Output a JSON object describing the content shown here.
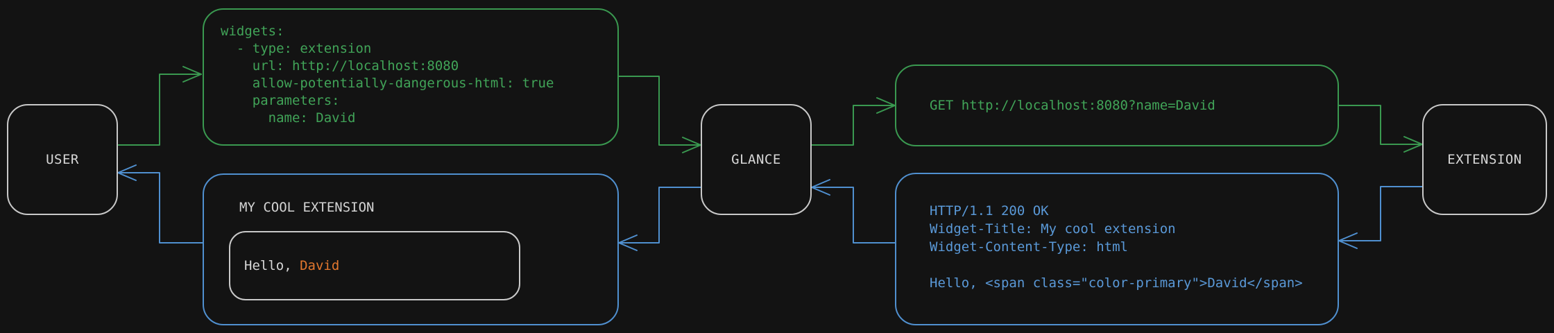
{
  "colors": {
    "background": "#131313",
    "request_flow_green": "#3a9950",
    "response_flow_blue": "#5090d0",
    "node_border_gray": "#c9c9c9",
    "highlight_orange": "#e2772e",
    "light_text": "#d8d8d8"
  },
  "nodes": {
    "user": {
      "label": "USER"
    },
    "glance": {
      "label": "GLANCE"
    },
    "extension": {
      "label": "EXTENSION"
    }
  },
  "config_box": {
    "lines": [
      "widgets:",
      "  - type: extension",
      "    url: http://localhost:8080",
      "    allow-potentially-dangerous-html: true",
      "    parameters:",
      "      name: David"
    ]
  },
  "request_box": {
    "text": "GET http://localhost:8080?name=David"
  },
  "response_box": {
    "lines": [
      "HTTP/1.1 200 OK",
      "Widget-Title: My cool extension",
      "Widget-Content-Type: html",
      "",
      "Hello, <span class=\"color-primary\">David</span>"
    ]
  },
  "widget_box": {
    "title": "MY COOL EXTENSION",
    "greeting_prefix": "Hello, ",
    "greeting_name": "David"
  }
}
